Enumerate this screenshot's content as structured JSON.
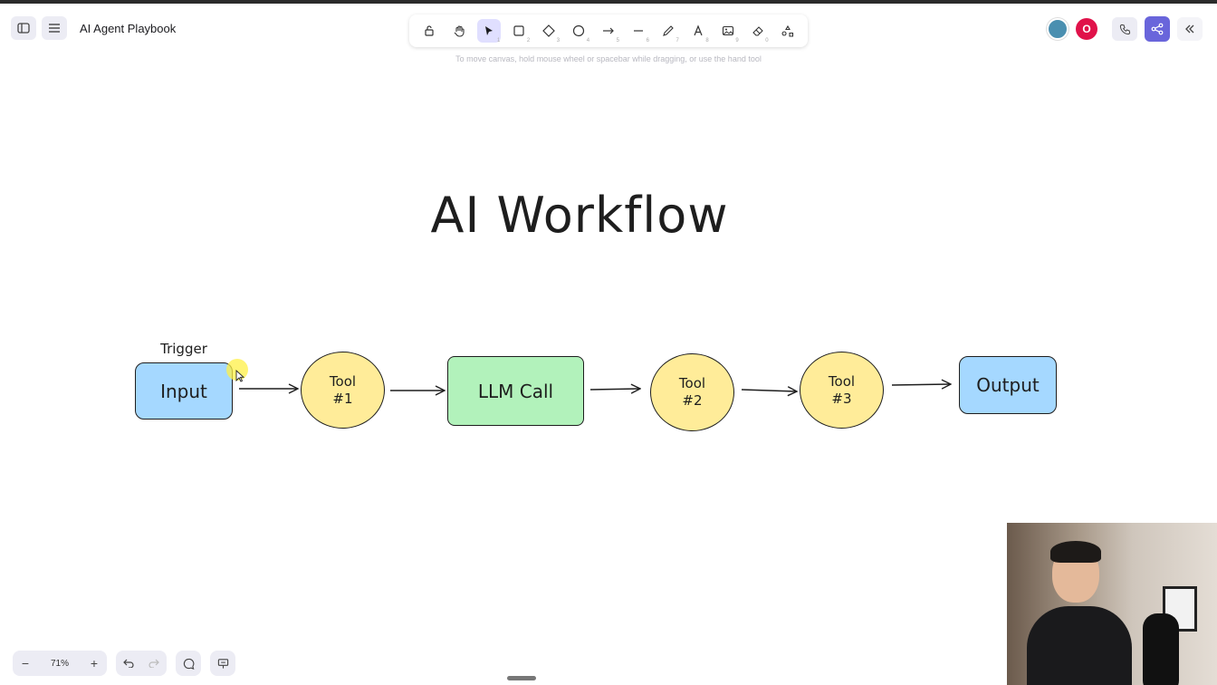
{
  "app": {
    "title": "AI Agent Playbook"
  },
  "toolbar": {
    "tools": [
      {
        "name": "lock",
        "key": ""
      },
      {
        "name": "hand",
        "key": ""
      },
      {
        "name": "selection",
        "key": "1"
      },
      {
        "name": "rectangle",
        "key": "2"
      },
      {
        "name": "diamond",
        "key": "3"
      },
      {
        "name": "ellipse",
        "key": "4"
      },
      {
        "name": "arrow",
        "key": "5"
      },
      {
        "name": "line",
        "key": "6"
      },
      {
        "name": "draw",
        "key": "7"
      },
      {
        "name": "text",
        "key": "8"
      },
      {
        "name": "image",
        "key": "9"
      },
      {
        "name": "eraser",
        "key": "0"
      },
      {
        "name": "more-tools",
        "key": ""
      }
    ],
    "active": "selection",
    "hint": "To move canvas, hold mouse wheel or spacebar while dragging, or use the hand tool"
  },
  "collab": {
    "avatar2_initial": "O"
  },
  "drawing": {
    "title": "AI Workflow",
    "trigger_label": "Trigger",
    "nodes": {
      "input": "Input",
      "tool1": "Tool\n#1",
      "llm": "LLM Call",
      "tool2": "Tool\n#2",
      "tool3": "Tool\n#3",
      "output": "Output"
    }
  },
  "footer": {
    "zoom": "71%"
  },
  "colors": {
    "blue": "#a5d8ff",
    "green": "#b2f2bb",
    "yellow": "#ffec99",
    "accent": "#6965db"
  }
}
